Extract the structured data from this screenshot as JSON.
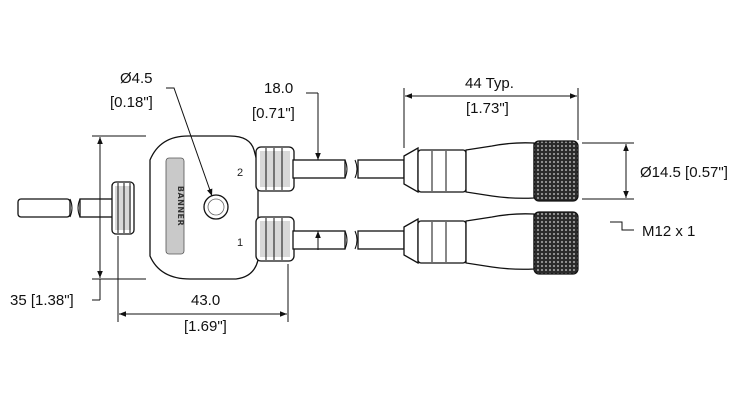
{
  "dimensions": {
    "hole_diameter": "Ø4.5",
    "hole_diameter_in": "[0.18\"]",
    "port_spacing": "18.0",
    "port_spacing_in": "[0.71\"]",
    "body_height": "35 [1.38\"]",
    "body_width": "43.0",
    "body_width_in": "[1.69\"]",
    "cable_length": "44 Typ.",
    "cable_length_in": "[1.73\"]",
    "connector_diameter": "Ø14.5 [0.57\"]",
    "thread": "M12 x 1"
  },
  "body": {
    "brand": "BANNER",
    "port_1": "1",
    "port_2": "2"
  }
}
